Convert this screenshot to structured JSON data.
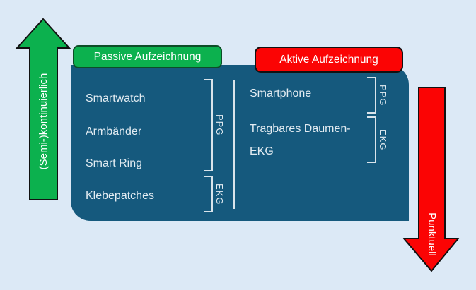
{
  "title": "Wearables zur Herzrhythmus-Aufzeichnung (Diagramm)",
  "colors": {
    "background": "#dce9f6",
    "box": "#15597d",
    "green": "#0cb14e",
    "green_border": "#0d4d27",
    "red": "#fb0404",
    "red_border": "#111111",
    "arrow_stroke": "#111111",
    "item_text": "#e3ecf2",
    "bracket": "#d9e4eb"
  },
  "axes": {
    "up_label": "(Semi-)kontinuierlich",
    "down_label": "Punktuell"
  },
  "passive": {
    "header": "Passive Aufzeichnung",
    "items": [
      "Smartwatch",
      "Armbänder",
      "Smart Ring",
      "Klebepatches"
    ],
    "brackets": [
      {
        "label": "PPG",
        "items": [
          "Smartwatch",
          "Armbänder",
          "Smart Ring"
        ]
      },
      {
        "label": "EKG",
        "items": [
          "Klebepatches"
        ]
      }
    ]
  },
  "active": {
    "header": "Aktive Aufzeichnung",
    "lines": [
      "Smartphone",
      "Tragbares Daumen-",
      "EKG"
    ],
    "brackets": [
      {
        "label": "PPG",
        "items": [
          "Smartphone"
        ]
      },
      {
        "label": "EKG",
        "items": [
          "Tragbares Daumen-EKG"
        ]
      }
    ]
  }
}
